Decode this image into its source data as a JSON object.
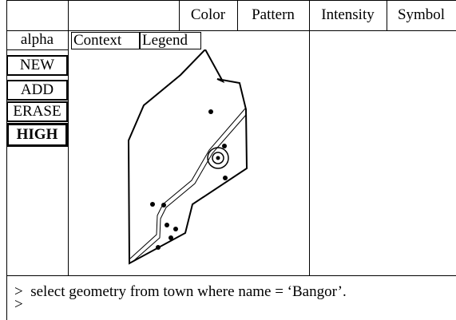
{
  "header": {
    "columns": [
      "Color",
      "Pattern",
      "Intensity",
      "Symbol"
    ]
  },
  "sidebar": {
    "title": "alpha",
    "buttons": [
      {
        "label": "NEW",
        "selected": false
      },
      {
        "label": "ADD",
        "selected": false
      },
      {
        "label": "ERASE",
        "selected": false
      },
      {
        "label": "HIGH",
        "selected": true
      }
    ]
  },
  "tabs": [
    {
      "label": "Context"
    },
    {
      "label": "Legend"
    }
  ],
  "console": {
    "prompt": ">",
    "command": "select geometry from town where name = ‘Bangor’.",
    "next_prompt": ">"
  }
}
